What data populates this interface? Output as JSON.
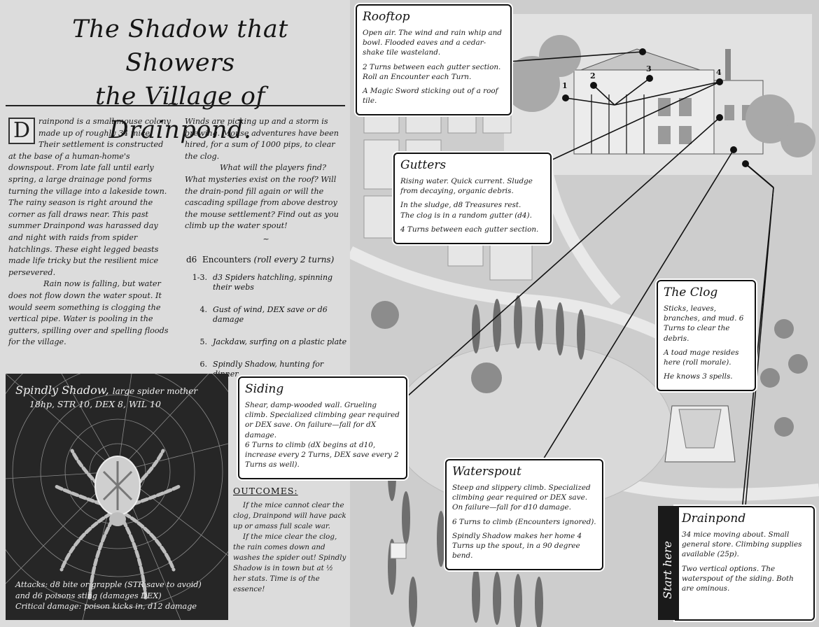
{
  "title": {
    "line1": "The Shadow that Showers",
    "line2": "the Village of Drainpond."
  },
  "intro": {
    "dropcap": "D",
    "p1": "rainpond is a small mouse colony made up of roughly 34 mice. Their settlement is constructed at the base of a human-home's downspout. From late fall until early spring, a large drainage pond forms turning the village into a lakeside town. The rainy season is right around the corner as fall draws near. This past summer Drainpond was harassed day and night with raids from spider hatchlings. These eight legged beasts made life tricky but the resilient mice persevered.",
    "p2": "Rain now is falling, but water does not flow down the water spout. It would seem something is clogging the vertical pipe. Water is pooling in the gutters, spilling over and spelling floods for the village.",
    "p3": "Winds are picking up and a storm is brewing. Mouse adventures have been hired, for a sum of 1000 pips, to clear the clog.",
    "p4": "What will the players find? What mysteries exist on the roof? Will the drain-pond fill again or will the cascading spillage from above destroy the mouse settlement? Find out as you climb up the water spout!",
    "tilde": "~"
  },
  "encounters": {
    "die": "d6",
    "heading": "Encounters",
    "note": "(roll every 2 turns)",
    "items": [
      {
        "roll": "1-3.",
        "text": "d3 Spiders hatchling, spinning their webs"
      },
      {
        "roll": "4.",
        "text": "Gust of wind, DEX save or d6 damage"
      },
      {
        "roll": "5.",
        "text": "Jackdaw, surfing on a plastic plate"
      },
      {
        "roll": "6.",
        "text": "Spindly Shadow, hunting for dinner"
      }
    ]
  },
  "spider": {
    "name": "Spindly Shadow,",
    "subtitle": "large spider mother",
    "stats": "18hp, STR 10, DEX 8, WIL 10",
    "attacks1": "Attacks: d8 bite or grapple (STR save to avoid)",
    "attacks2": "and d6 poisons sting (damages DEX)",
    "critical": "Critical damage: poison kicks in, d12 damage"
  },
  "outcomes": {
    "heading": "OUTCOMES:",
    "p1": "If the mice cannot clear the clog, Drainpond will have pack up or amass full scale war.",
    "p2": "If the mice clear the clog, the rain comes down and washes the spider out! Spindly Shadow is in town but at ½ her stats. Time is of the essence!"
  },
  "callouts": {
    "rooftop": {
      "title": "Rooftop",
      "p1": "Open air. The wind and rain whip and bowl. Flooded eaves and a cedar-shake tile wasteland.",
      "p2": "2 Turns between each gutter section. Roll an Encounter each Turn.",
      "p3": "A Magic Sword sticking out of a roof tile."
    },
    "gutters": {
      "title": "Gutters",
      "p1": "Rising water. Quick current. Sludge from decaying, organic debris.",
      "p2": "In the sludge, d8 Treasures rest.",
      "p3": "The clog is in a random gutter (d4).",
      "p4": "4 Turns between each gutter section."
    },
    "clog": {
      "title": "The Clog",
      "p1": "Sticks, leaves, branches, and mud. 6 Turns to clear the debris.",
      "p2": "A toad mage resides here (roll morale).",
      "p3": "He knows 3 spells."
    },
    "siding": {
      "title": "Siding",
      "p1": "Shear, damp-wooded wall. Grueling climb. Specialized climbing gear required or DEX save. On failure—fall for dX damage.",
      "p2": "6 Turns to climb (dX begins at d10, increase every 2 Turns, DEX save every 2 Turns as well)."
    },
    "waterspout": {
      "title": "Waterspout",
      "p1": "Steep and slippery climb. Specialized climbing gear required or DEX save. On failure—fall for d10 damage.",
      "p2": "6 Turns to climb (Encounters ignored).",
      "p3": "Spindly Shadow makes her home 4 Turns up the spout, in a 90 degree bend."
    },
    "drainpond": {
      "title": "Drainpond",
      "p1": "34 mice moving about. Small general store. Climbing supplies available (25p).",
      "p2": "Two vertical options. The waterspout of the siding. Both are ominous."
    },
    "start": "Start here"
  },
  "gutter_numbers": [
    "1",
    "2",
    "3",
    "4"
  ]
}
